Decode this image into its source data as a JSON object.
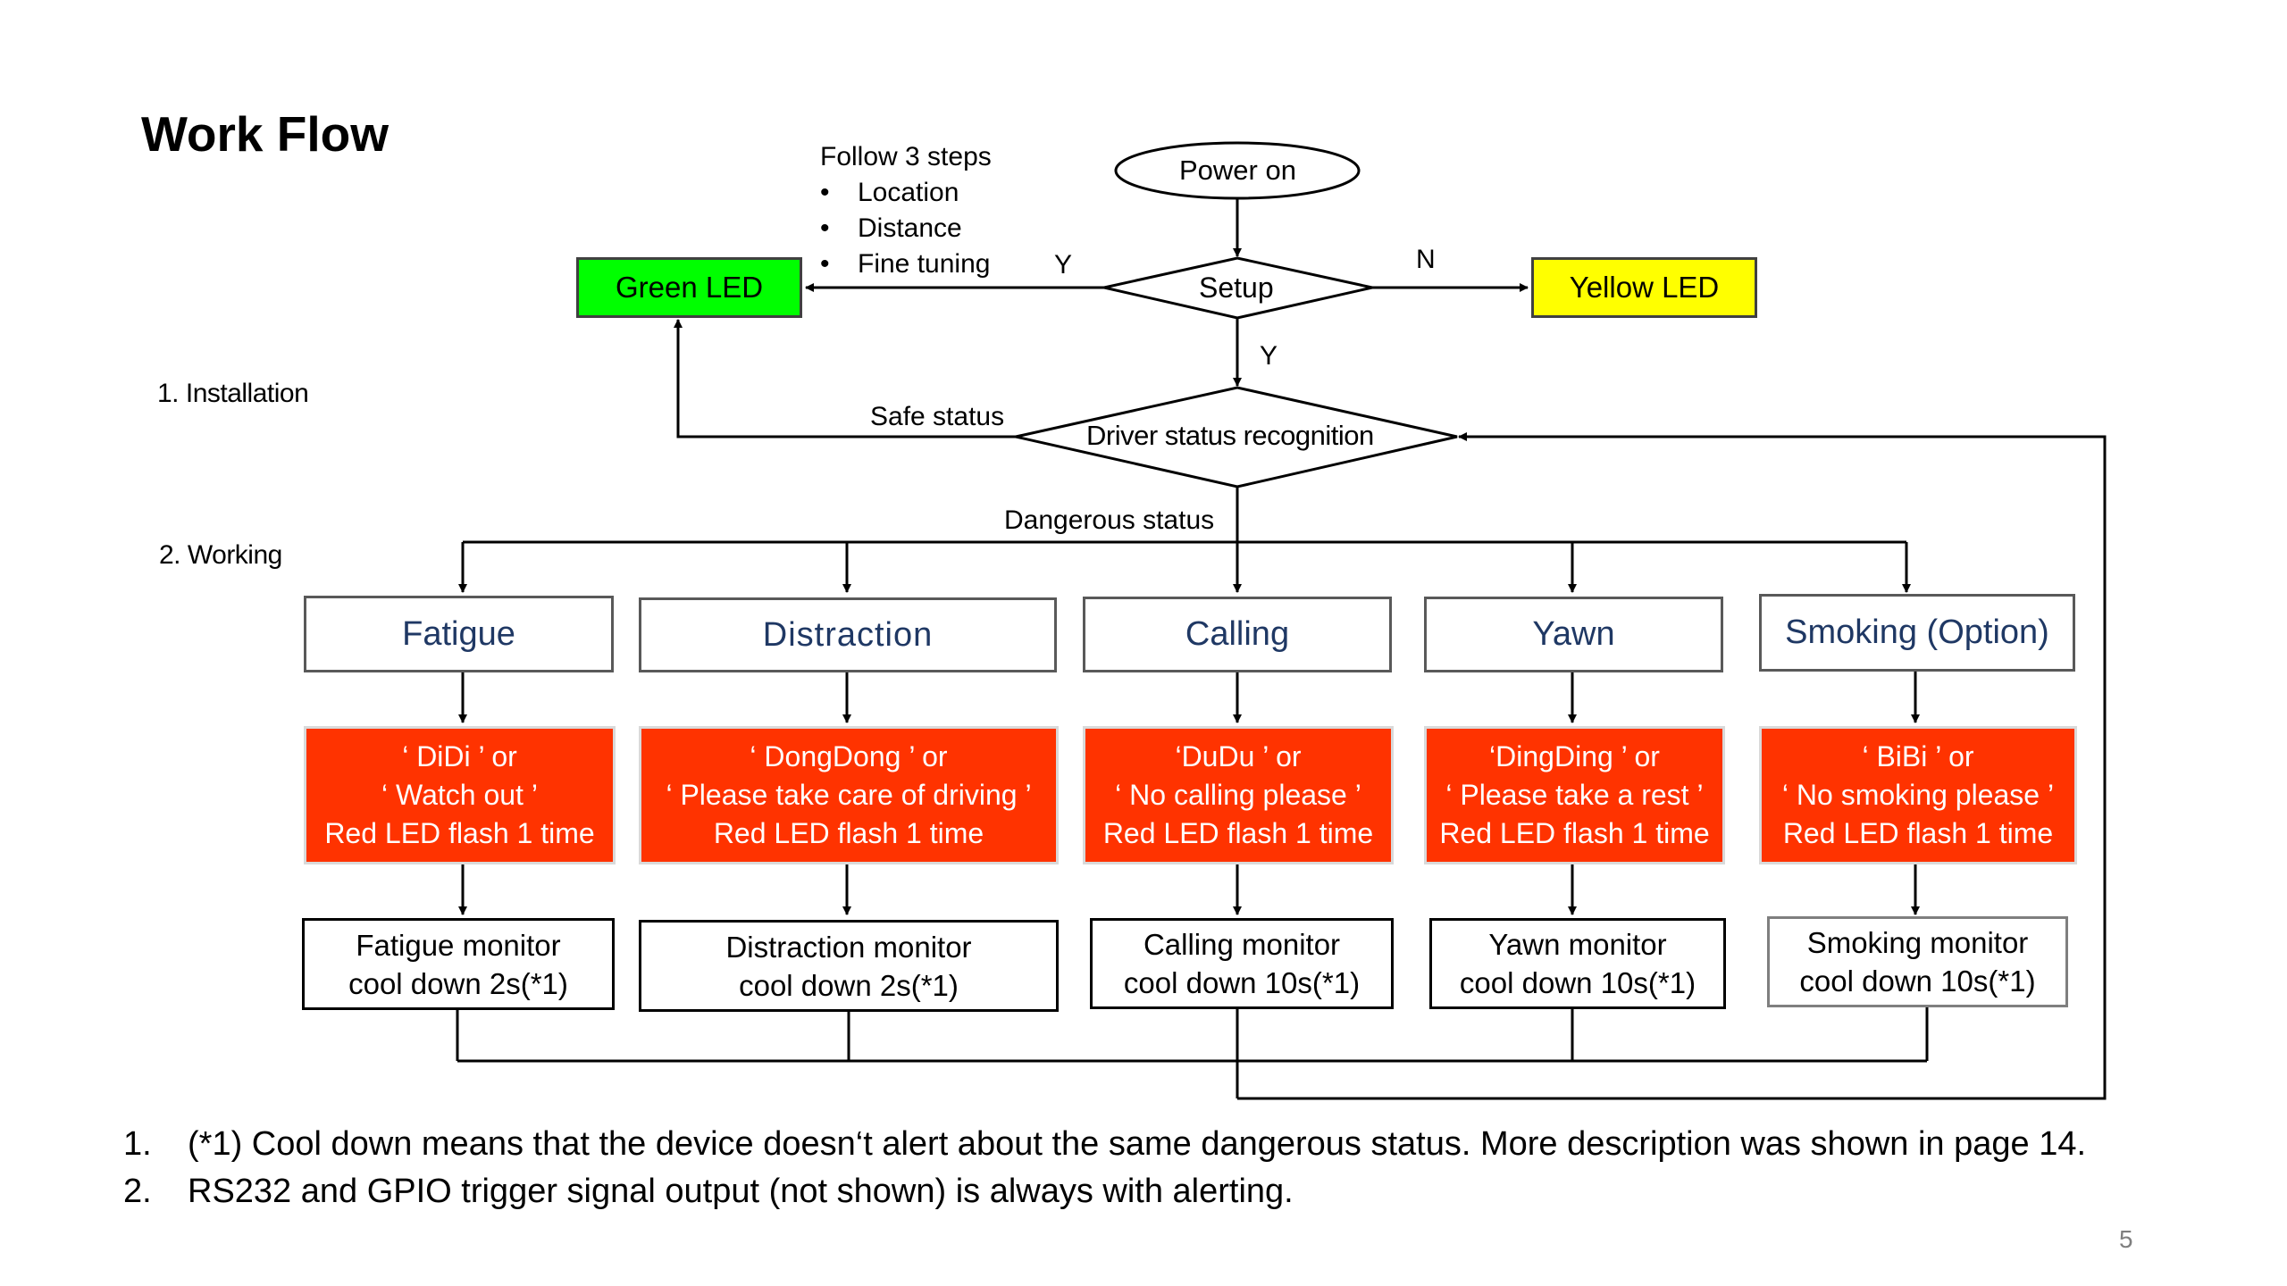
{
  "title": "Work Flow",
  "sections": {
    "installation": "1. Installation",
    "working": "2. Working"
  },
  "follow": {
    "heading": "Follow  3 steps",
    "steps": [
      "Location",
      "Distance",
      "Fine  tuning"
    ],
    "bullet": "•"
  },
  "nodes": {
    "power_on": "Power on",
    "setup": "Setup",
    "green_led": "Green LED",
    "yellow_led": "Yellow LED",
    "driver_status": "Driver status recognition"
  },
  "edge_labels": {
    "setup_yes_left": "Y",
    "setup_no": "N",
    "setup_yes_down": "Y",
    "safe": "Safe status",
    "dangerous": "Dangerous status"
  },
  "categories": [
    {
      "name": "Fatigue",
      "alert": [
        "‘ DiDi ’ or",
        "‘ Watch out ’",
        "Red LED flash 1 time"
      ],
      "monitor": [
        "Fatigue monitor",
        "cool down 2s(*1)"
      ]
    },
    {
      "name": "Distraction",
      "alert": [
        "‘ DongDong ’ or",
        "‘ Please take care of driving ’",
        "Red LED flash 1 time"
      ],
      "monitor": [
        "Distraction monitor",
        "cool down 2s(*1)"
      ]
    },
    {
      "name": "Calling",
      "alert": [
        "‘DuDu ’ or",
        "‘ No calling please ’",
        "Red LED flash 1 time"
      ],
      "monitor": [
        "Calling monitor",
        "cool down 10s(*1)"
      ]
    },
    {
      "name": "Yawn",
      "alert": [
        "‘DingDing ’ or",
        "‘ Please take a rest ’",
        "Red LED flash 1 time"
      ],
      "monitor": [
        "Yawn monitor",
        "cool down 10s(*1)"
      ]
    },
    {
      "name": "Smoking (Option)",
      "alert": [
        "‘ BiBi ’ or",
        "‘ No smoking please ’",
        "Red LED flash 1 time"
      ],
      "monitor": [
        "Smoking monitor",
        "cool down 10s(*1)"
      ]
    }
  ],
  "notes": [
    {
      "num": "1.",
      "text": "(*1) Cool down means that the device doesn‘t alert about the same dangerous status. More description was shown in page 14."
    },
    {
      "num": "2.",
      "text": "RS232 and GPIO trigger signal output (not shown) is always with alerting."
    }
  ],
  "page_number": "5",
  "colors": {
    "alert_red": "#ff3300",
    "green_led": "#00ff00",
    "yellow_led": "#ffff00",
    "category_text": "#1f3864"
  }
}
